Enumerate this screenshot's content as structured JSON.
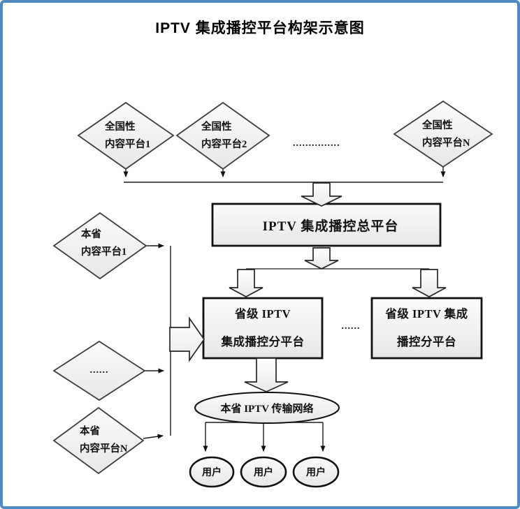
{
  "title": "IPTV 集成播控平台构架示意图",
  "nodes": {
    "national": [
      {
        "line1": "全国性",
        "line2": "内容平台1"
      },
      {
        "line1": "全国性",
        "line2": "内容平台2"
      },
      {
        "line1": "全国性",
        "line2": "内容平台N"
      }
    ],
    "national_dots": "...............",
    "central": "IPTV 集成播控总平台",
    "provincial": [
      {
        "line1": "省级 IPTV",
        "line2": "集成播控分平台"
      },
      {
        "line1": "省级 IPTV 集成",
        "line2": "播控分平台"
      }
    ],
    "provincial_dots": "......",
    "local": [
      {
        "line1": "本省",
        "line2": "内容平台1"
      },
      {
        "line1": "......"
      },
      {
        "line1": "本省",
        "line2": "内容平台N"
      }
    ],
    "network": "本省 IPTV 传输网络",
    "users": [
      "用户",
      "用户",
      "用户"
    ]
  },
  "colors": {
    "frame_border": "#4e8bc4",
    "shape_fill_top": "#fbfbfb",
    "shape_fill_bottom": "#e7e7e7",
    "shape_border": "#2b2b2b",
    "connector": "#1a1a1a"
  }
}
